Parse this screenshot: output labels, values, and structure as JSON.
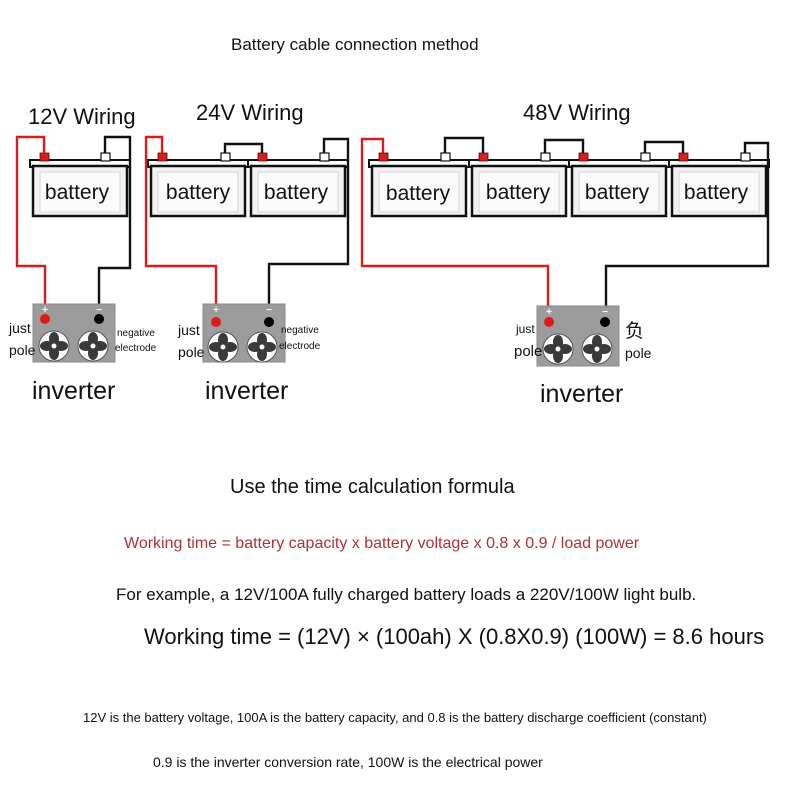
{
  "title": "Battery cable connection method",
  "wiring": [
    {
      "label": "12V Wiring",
      "battery_labels": [
        "battery"
      ]
    },
    {
      "label": "24V Wiring",
      "battery_labels": [
        "battery",
        "battery"
      ]
    },
    {
      "label": "48V Wiring",
      "battery_labels": [
        "battery",
        "battery",
        "battery",
        "battery"
      ]
    }
  ],
  "inverters": [
    {
      "label": "inverter",
      "positive_label": [
        "just",
        "pole"
      ],
      "negative_label": [
        "negative",
        "electrode"
      ],
      "plus_sign": "+",
      "minus_sign": "−"
    },
    {
      "label": "inverter",
      "positive_label": [
        "just",
        "pole"
      ],
      "negative_label": [
        "negative",
        "electrode"
      ],
      "plus_sign": "+",
      "minus_sign": "−"
    },
    {
      "label": "inverter",
      "positive_label": [
        "just",
        "pole"
      ],
      "negative_label": [
        "负",
        "pole"
      ],
      "plus_sign": "+",
      "minus_sign": "−"
    }
  ],
  "formula": {
    "heading": "Use the time calculation formula",
    "general": "Working time = battery capacity x battery voltage x 0.8 x 0.9 / load power",
    "example_intro": "For example, a 12V/100A fully charged battery loads a 220V/100W light bulb.",
    "example_calc": "Working time = (12V) × (100ah) X (0.8X0.9) (100W) = 8.6 hours",
    "note1": "12V is the battery voltage, 100A is the battery capacity, and 0.8 is the battery discharge coefficient (constant)",
    "note2": "0.9 is the inverter conversion rate, 100W is the electrical power"
  },
  "colors": {
    "accent_red": "#b0303a",
    "wire_red": "#d91c1c",
    "wire_black": "#111111"
  }
}
